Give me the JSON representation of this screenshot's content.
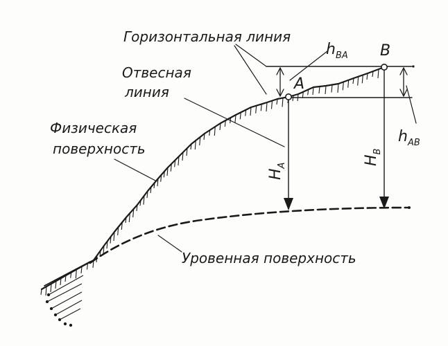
{
  "labels": {
    "horizontal_line": "Горизонтальная линия",
    "plumb_line_1": "Отвесная",
    "plumb_line_2": "линия",
    "physical_surface_1": "Физическая",
    "physical_surface_2": "поверхность",
    "level_surface": "Уровенная поверхность",
    "point_a": "A",
    "point_b": "B",
    "h_ba_main": "h",
    "h_ba_sub": "BA",
    "h_ab_main": "h",
    "h_ab_sub": "AB",
    "height_a_main": "H",
    "height_a_sub": "A",
    "height_b_main": "H",
    "height_b_sub": "B"
  }
}
